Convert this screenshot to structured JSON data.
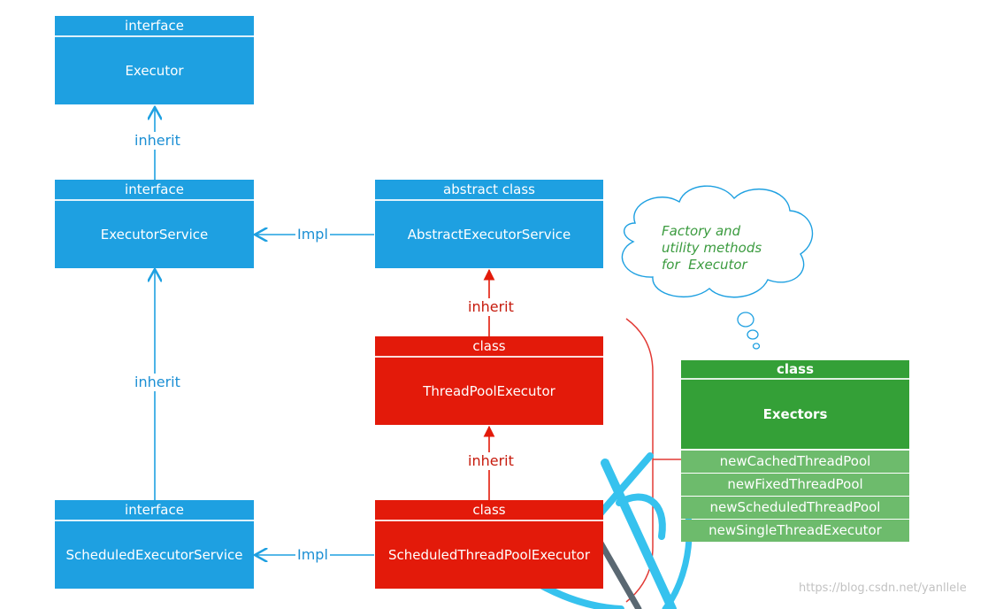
{
  "boxes": {
    "executor": {
      "stereotype": "interface",
      "name": "Executor"
    },
    "executor_service": {
      "stereotype": "interface",
      "name": "ExecutorService"
    },
    "scheduled_executor_service": {
      "stereotype": "interface",
      "name": "ScheduledExecutorService"
    },
    "abstract_executor_service": {
      "stereotype": "abstract class",
      "name": "AbstractExecutorService"
    },
    "thread_pool_executor": {
      "stereotype": "class",
      "name": "ThreadPoolExecutor"
    },
    "scheduled_thread_pool_executor": {
      "stereotype": "class",
      "name": "ScheduledThreadPoolExecutor"
    }
  },
  "executors_class": {
    "stereotype": "class",
    "name": "Exectors",
    "methods": [
      "newCachedThreadPool",
      "newFixedThreadPool",
      "newScheduledThreadPool",
      "newSingleThreadExecutor"
    ]
  },
  "labels": {
    "inherit_executor": "inherit",
    "inherit_scheduled": "inherit",
    "impl_top": "Impl",
    "impl_bottom": "Impl",
    "inherit_tpe": "inherit",
    "inherit_stpe": "inherit"
  },
  "cloud": {
    "lines": [
      "Factory and",
      "utility methods",
      "for  Executor"
    ]
  },
  "watermark": "https://blog.csdn.net/yanllele",
  "colors": {
    "interface": "#1ea0e1",
    "class": "#e31a0a",
    "utility": "#34a037",
    "method": "#6dbb6c"
  }
}
